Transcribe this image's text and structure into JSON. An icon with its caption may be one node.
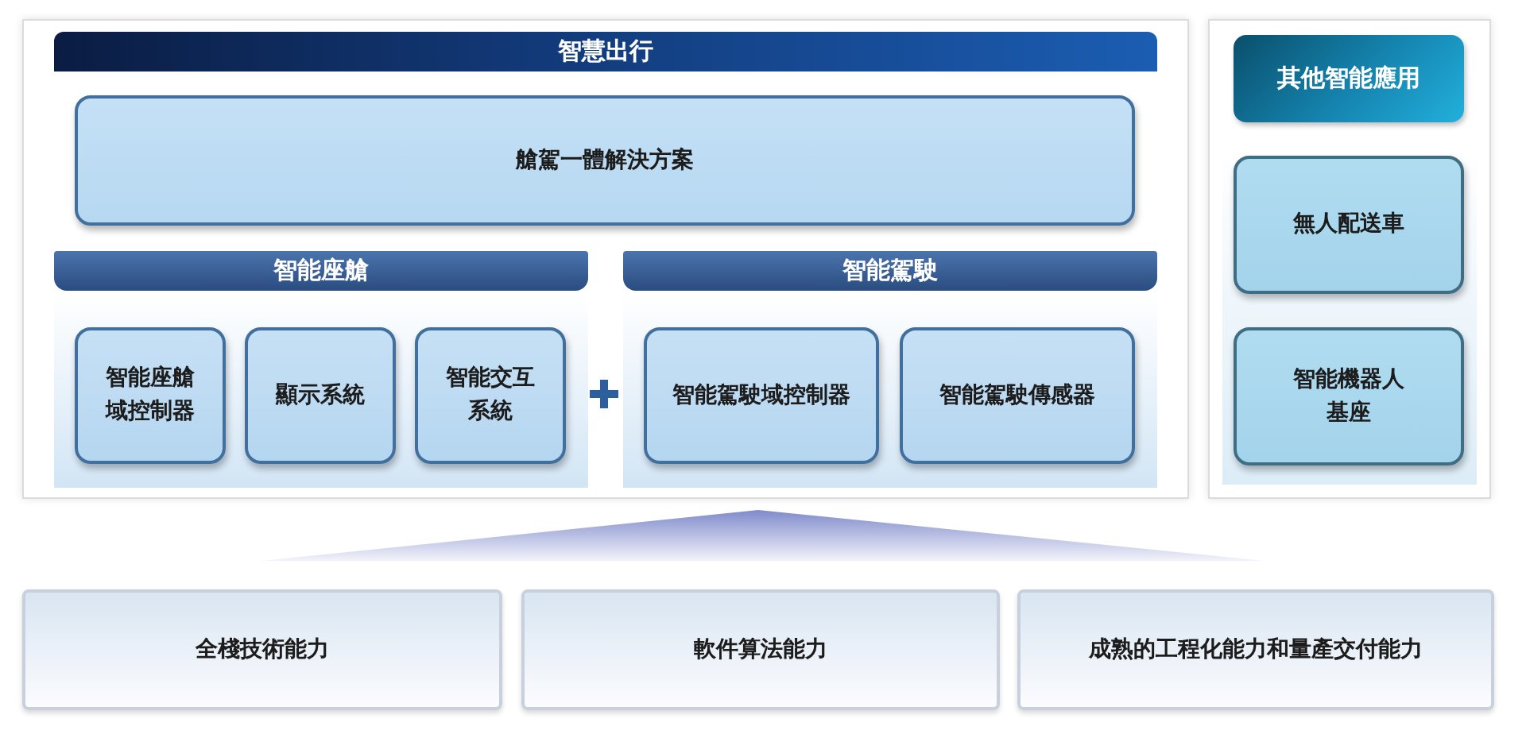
{
  "diagram": {
    "nodes": [
      {
        "text": [
          "智慧出行"
        ]
      },
      {
        "text": [
          "艙駕一體解決方案"
        ],
        "in": 0
      },
      {
        "text": [
          "智能座艙"
        ],
        "in": 0
      },
      {
        "text": [
          "智能座艙域控制器"
        ],
        "in": 2
      },
      {
        "text": [
          "顯示系統"
        ],
        "in": 2
      },
      {
        "text": [
          "智能交互系統"
        ],
        "in": 2
      },
      {
        "text": [
          "智能駕駛"
        ],
        "in": 0
      },
      {
        "text": [
          "智能駕駛域控制器"
        ],
        "in": 6
      },
      {
        "text": [
          "智能駕駛傳感器"
        ],
        "in": 6
      },
      {
        "text": [
          "其他智能應用"
        ]
      },
      {
        "text": [
          "無人配送車"
        ],
        "in": 9
      },
      {
        "text": [
          "智能機器人基座"
        ],
        "in": 9
      },
      {
        "text": [],
        "shape": "triangle"
      },
      {
        "text": [
          "全棧技術能力"
        ]
      },
      {
        "text": [
          "軟件算法能力"
        ]
      },
      {
        "text": [
          "成熟的工程化能力和量產交付能力"
        ]
      }
    ]
  }
}
